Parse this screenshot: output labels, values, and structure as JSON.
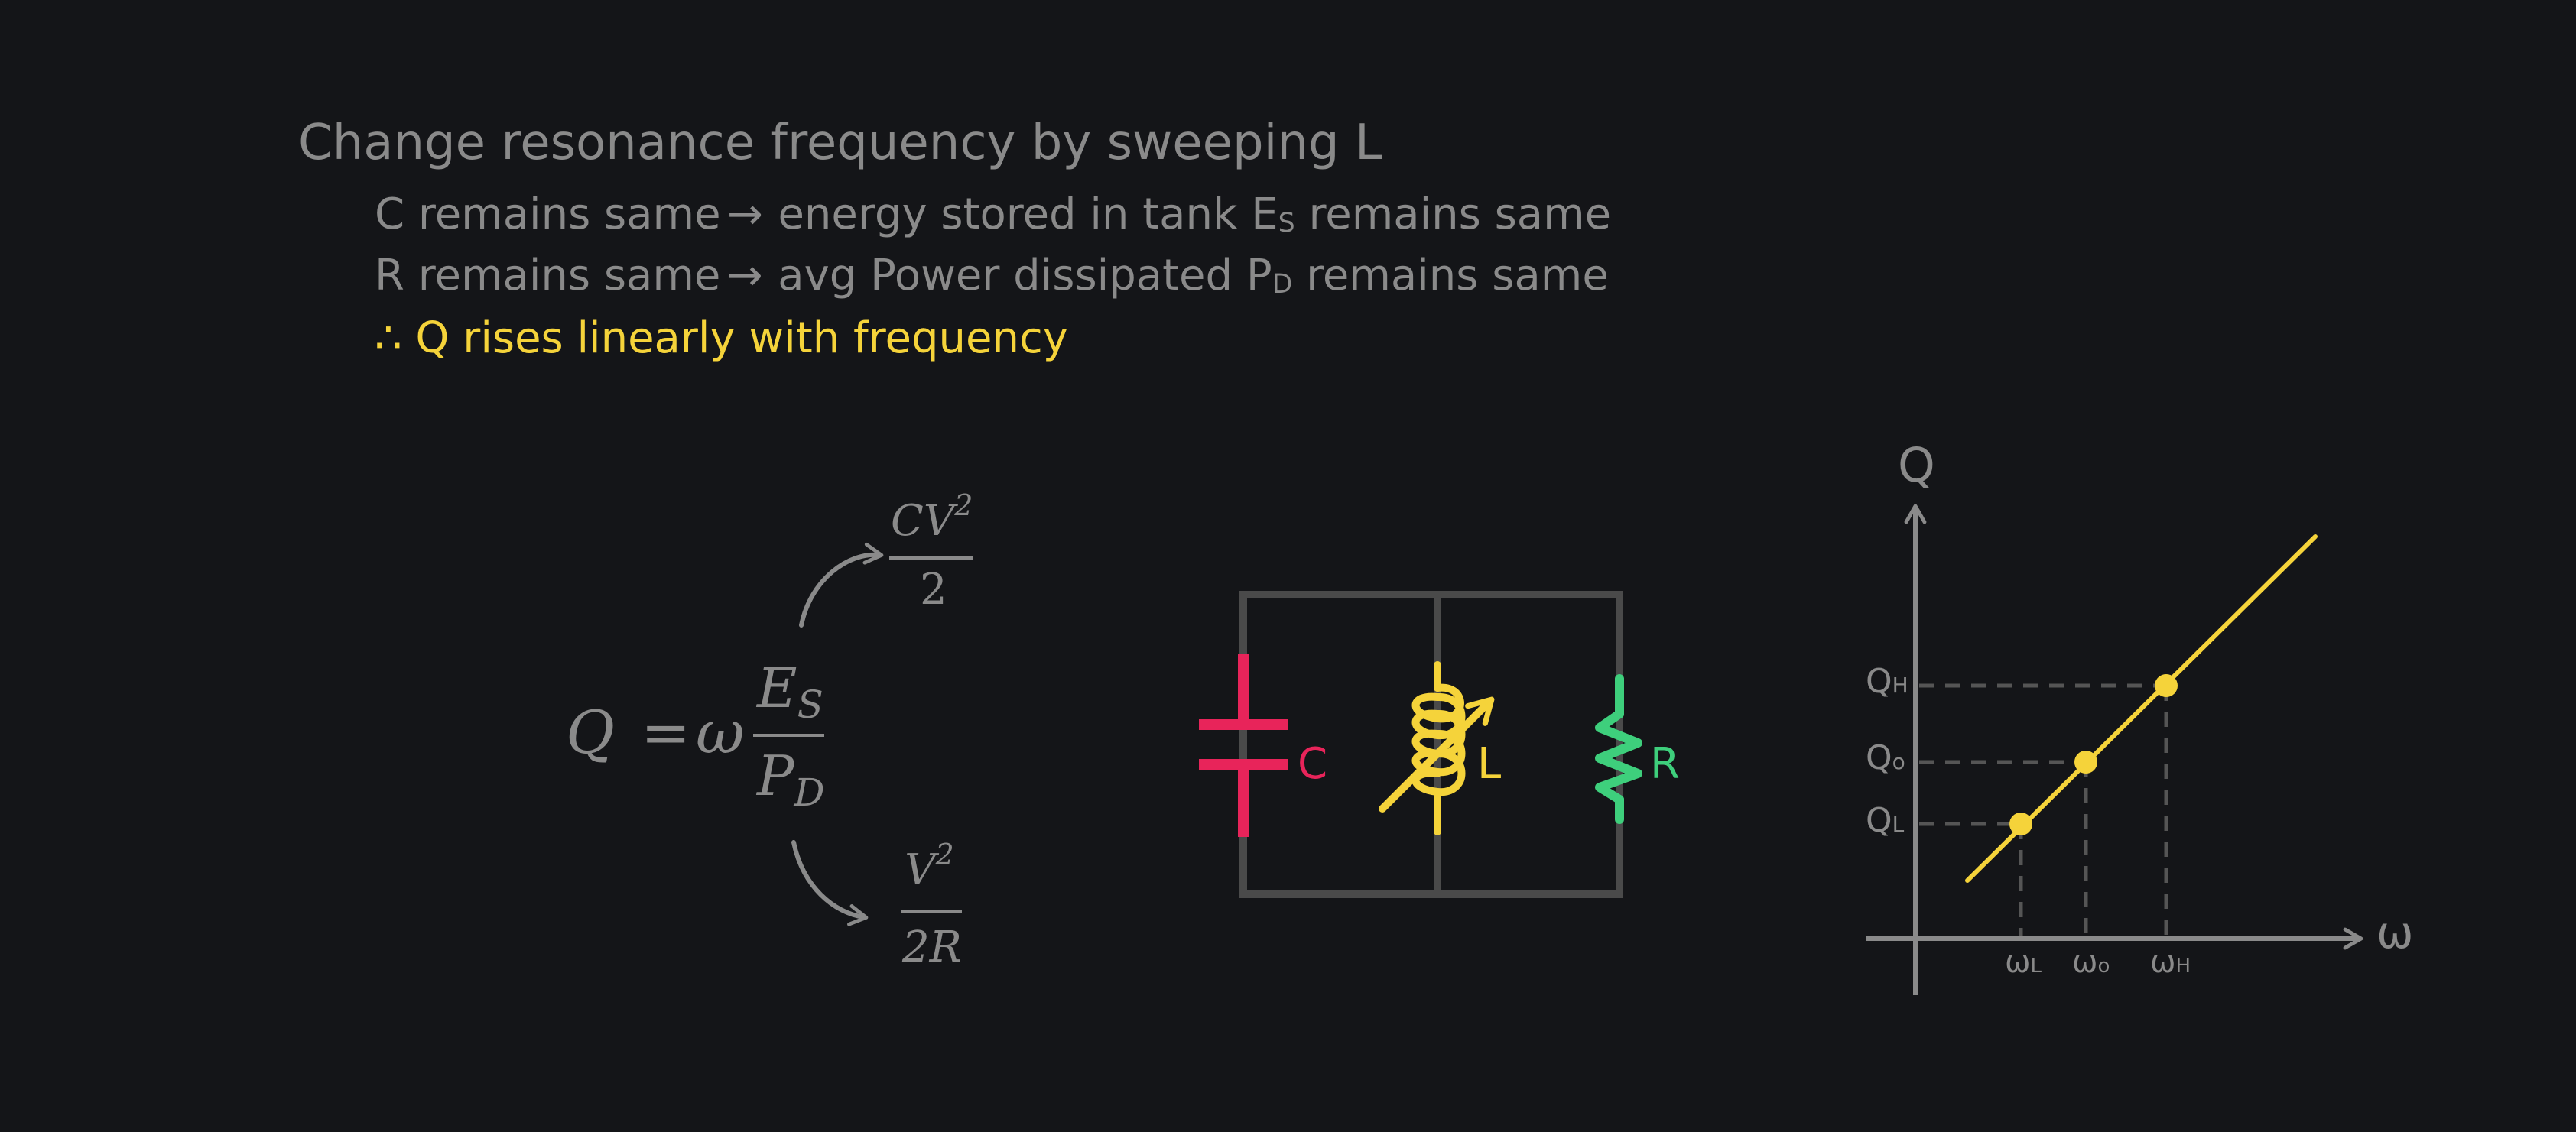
{
  "heading": "Change resonance frequency by sweeping L",
  "lines": [
    {
      "pre": "C remains same",
      "arrow": "→",
      "post": "energy stored in tank E",
      "sub": "S",
      "tail": " remains same"
    },
    {
      "pre": "R remains same",
      "arrow": "→",
      "post": "avg Power dissipated P",
      "sub": "D",
      "tail": " remains same"
    }
  ],
  "conclusion": "∴ Q rises linearly with frequency",
  "equation": {
    "lhs": "Q",
    "equals": "=",
    "omega": "ω",
    "num": "E",
    "num_sub": "S",
    "den": "P",
    "den_sub": "D",
    "upper_num": "CV",
    "upper_exp": "2",
    "upper_den": "2",
    "lower_num": "V",
    "lower_exp": "2",
    "lower_den": "2R"
  },
  "circuit": {
    "capacitor_label": "C",
    "inductor_label": "L",
    "resistor_label": "R"
  },
  "graph": {
    "y_axis_label": "Q",
    "x_axis_label": "ω",
    "y_ticks": [
      {
        "base": "Q",
        "sub": "H"
      },
      {
        "base": "Q",
        "sub": "o"
      },
      {
        "base": "Q",
        "sub": "L"
      }
    ],
    "x_ticks": [
      {
        "base": "ω",
        "sub": "L"
      },
      {
        "base": "ω",
        "sub": "o"
      },
      {
        "base": "ω",
        "sub": "H"
      }
    ]
  },
  "colors": {
    "background": "#141518",
    "text": "#8a8a8a",
    "highlight": "#f5d33a",
    "capacitor": "#e8245a",
    "inductor": "#f5d33a",
    "resistor": "#3ecf7c",
    "wire": "#4a4a4a",
    "axis": "#8a8a8a"
  }
}
